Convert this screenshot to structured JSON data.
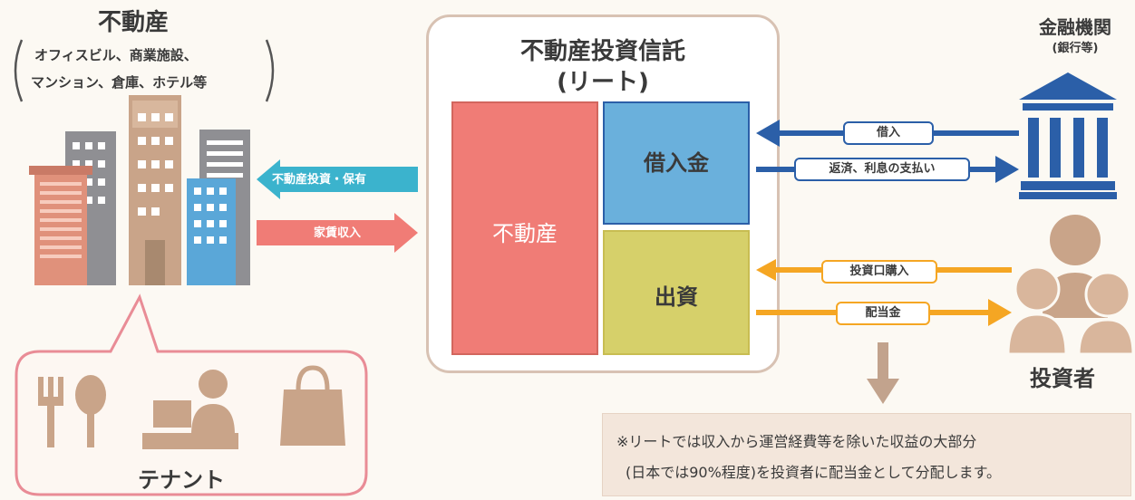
{
  "real_estate": {
    "title": "不動産",
    "examples_line1": "オフィスビル、商業施設、",
    "examples_line2": "マンション、倉庫、ホテル等"
  },
  "reit": {
    "title": "不動産投資信託",
    "subtitle": "(リート)",
    "asset_label": "不動産",
    "debt_label": "借入金",
    "equity_label": "出資"
  },
  "flows": {
    "invest_hold": "不動産投資・保有",
    "rent_income": "家賃収入",
    "borrow": "借入",
    "repay": "返済、利息の支払い",
    "buy_units": "投資口購入",
    "dividend": "配当金"
  },
  "bank": {
    "title": "金融機関",
    "subtitle": "(銀行等)"
  },
  "investors": {
    "label": "投資者"
  },
  "tenant": {
    "label": "テナント"
  },
  "note": {
    "line1": "※リートでは収入から運営経費等を除いた収益の大部分",
    "line2": "(日本では90%程度)を投資者に配当金として分配します。"
  },
  "colors": {
    "real_estate_block": "#f07c76",
    "debt_block": "#6ab0dc",
    "equity_block": "#d6d06a",
    "bank_blue": "#2b5fa8",
    "investor_orange": "#f5a623",
    "teal_arrow": "#3bb3cd",
    "pink_arrow": "#f07c76",
    "tan": "#d4a98c"
  }
}
